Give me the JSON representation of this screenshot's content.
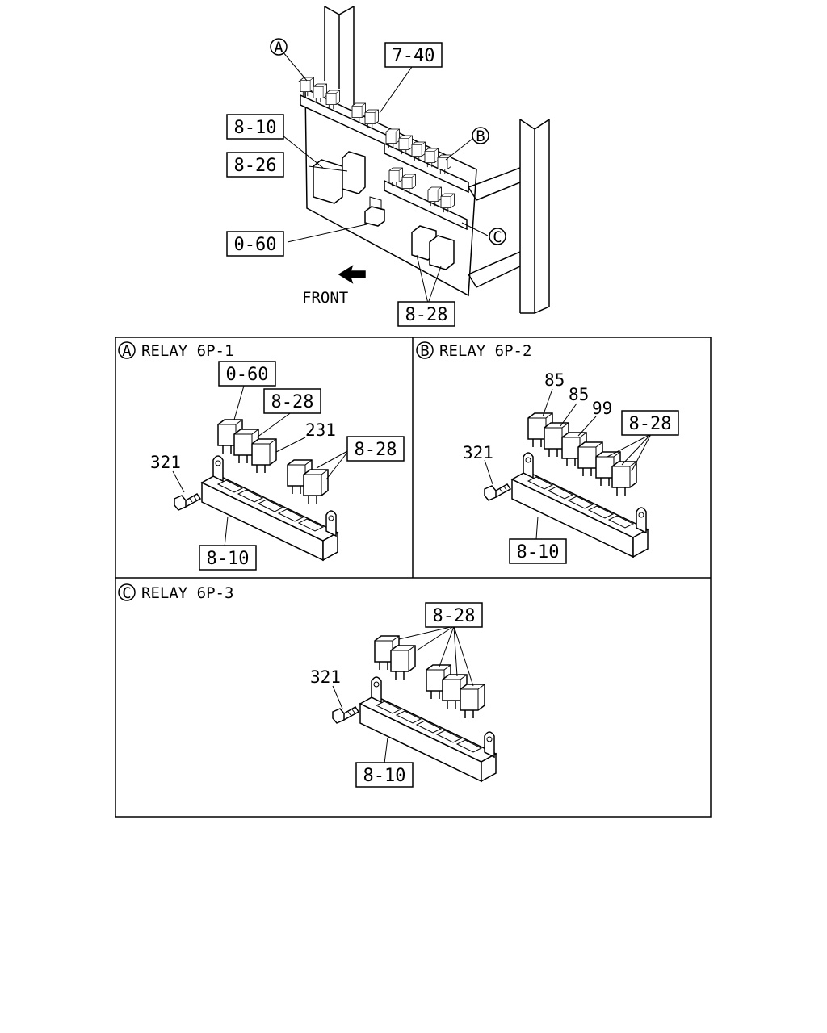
{
  "overview": {
    "callouts": {
      "panel": "7-40",
      "bracket": "8-10",
      "relay_large": "8-26",
      "relay_small": "0-60",
      "relays": "8-28"
    },
    "markers": {
      "a": "A",
      "b": "B",
      "c": "C"
    },
    "front_label": "FRONT"
  },
  "sections": [
    {
      "marker": "A",
      "title": "RELAY 6P-1",
      "labels": {
        "relay_0_60": "0-60",
        "relay_8_28_top": "8-28",
        "part_231": "231",
        "relay_8_28_side": "8-28",
        "bolt": "321",
        "bracket": "8-10"
      }
    },
    {
      "marker": "B",
      "title": "RELAY 6P-2",
      "labels": {
        "part_85_a": "85",
        "part_85_b": "85",
        "part_99": "99",
        "relay_8_28": "8-28",
        "bolt": "321",
        "bracket": "8-10"
      }
    },
    {
      "marker": "C",
      "title": "RELAY 6P-3",
      "labels": {
        "relay_8_28": "8-28",
        "bolt": "321",
        "bracket": "8-10"
      }
    }
  ]
}
